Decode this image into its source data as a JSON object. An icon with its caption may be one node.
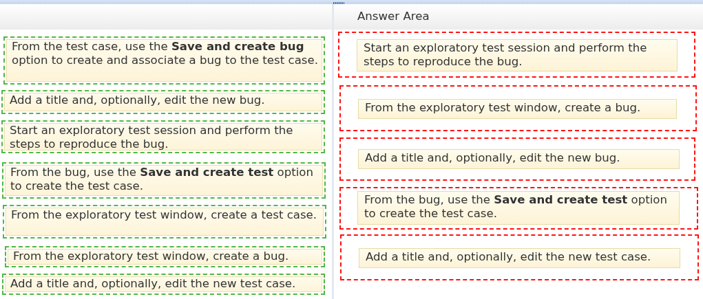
{
  "diagram": {
    "nodes": [
      {
        "text": [
          "From the test case, use the **Save and create bug** option to create and associate a bug to the test case."
        ]
      },
      {
        "text": [
          "Add a title and, optionally, edit the new bug."
        ]
      },
      {
        "text": [
          "Start an exploratory test session and perform the steps to reproduce the bug."
        ]
      },
      {
        "text": [
          "From the bug, use the **Save and create test** option to create the test case."
        ]
      },
      {
        "text": [
          "From the exploratory test window, create a test case."
        ]
      },
      {
        "text": [
          "From the exploratory test window, create a bug."
        ]
      },
      {
        "text": [
          "Add a title and, optionally, edit the new test case."
        ]
      },
      {
        "text": [],
        "shape": "box"
      },
      {
        "text": [
          "Start an exploratory test session and perform the steps to reproduce the bug."
        ],
        "in": 7
      },
      {
        "text": [],
        "shape": "box"
      },
      {
        "text": [
          "From the exploratory test window, create a bug."
        ],
        "in": 9
      },
      {
        "text": [],
        "shape": "box"
      },
      {
        "text": [
          "Add a title and, optionally, edit the new bug."
        ],
        "in": 11
      },
      {
        "text": [],
        "shape": "box"
      },
      {
        "text": [
          "From the bug, use the **Save and create test** option to create the test case."
        ],
        "in": 13
      },
      {
        "text": [],
        "shape": "box"
      },
      {
        "text": [
          "Add a title and, optionally, edit the new test case."
        ],
        "in": 15
      }
    ],
    "labels": [
      "Answer Area"
    ]
  }
}
